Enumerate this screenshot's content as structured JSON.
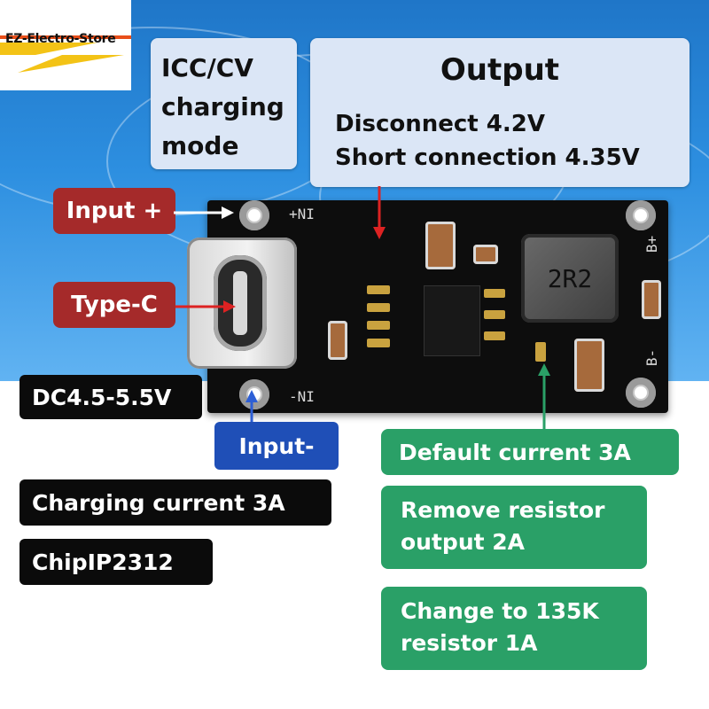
{
  "brand": {
    "logo_text": "EZ-Electro-Store"
  },
  "boxes": {
    "mode": "ICC/CV charging mode",
    "output_title": "Output",
    "output_line1": "Disconnect 4.2V",
    "output_line2": "Short connection 4.35V"
  },
  "labels": {
    "input_plus": "Input +",
    "type_c": "Type-C",
    "input_minus": "Input-",
    "dc_range": "DC4.5-5.5V",
    "charging_current": "Charging current 3A",
    "chip": "ChipIP2312",
    "default_current": "Default current 3A",
    "remove_resistor": "Remove resistor output 2A",
    "change_resistor": "Change to 135K resistor 1A"
  },
  "board": {
    "silk_n_plus": "+NI",
    "silk_n_minus": "-NI",
    "silk_b_plus": "B+",
    "silk_b_minus": "B-",
    "inductor_code": "2R2"
  },
  "colors": {
    "red_label": "#a52a2a",
    "blue_label": "#1f4fb7",
    "green_label": "#2aa067",
    "black_label": "#0b0b0b"
  }
}
